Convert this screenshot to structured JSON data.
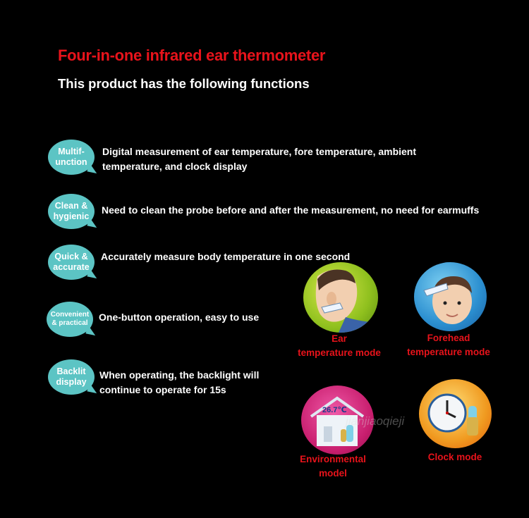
{
  "title": "Four-in-one infrared ear thermometer",
  "subtitle": "This product has the following functions",
  "features": [
    {
      "tag_lines": [
        "Multif-",
        "unction"
      ],
      "desc_lines": [
        "Digital measurement of ear temperature, fore temperature, ambient",
        "temperature, and clock display"
      ]
    },
    {
      "tag_lines": [
        "Clean &",
        "hygienic"
      ],
      "desc_lines": [
        "Need to clean the probe before and after the measurement, no need for earmuffs"
      ]
    },
    {
      "tag_lines": [
        "Quick &",
        "accurate"
      ],
      "desc_lines": [
        "Accurately measure body temperature in one second"
      ]
    },
    {
      "tag_lines": [
        "Convenient",
        "& practical"
      ],
      "desc_lines": [
        "One-button operation, easy to use"
      ]
    },
    {
      "tag_lines": [
        "Backlit",
        "display"
      ],
      "desc_lines": [
        "When operating, the backlight will",
        "continue to operate for 15s"
      ]
    }
  ],
  "modes": [
    {
      "label_lines": [
        "Ear",
        "temperature mode"
      ]
    },
    {
      "label_lines": [
        "Forehead",
        "temperature mode"
      ]
    },
    {
      "label_lines": [
        "Environmental",
        "model"
      ],
      "reading": "26.7℃"
    },
    {
      "label_lines": [
        "Clock mode"
      ]
    }
  ],
  "watermark": "jianjiaoqieji",
  "colors": {
    "accent_red": "#e8131b",
    "bubble_teal": "#5cc4c4",
    "background": "#000000"
  }
}
